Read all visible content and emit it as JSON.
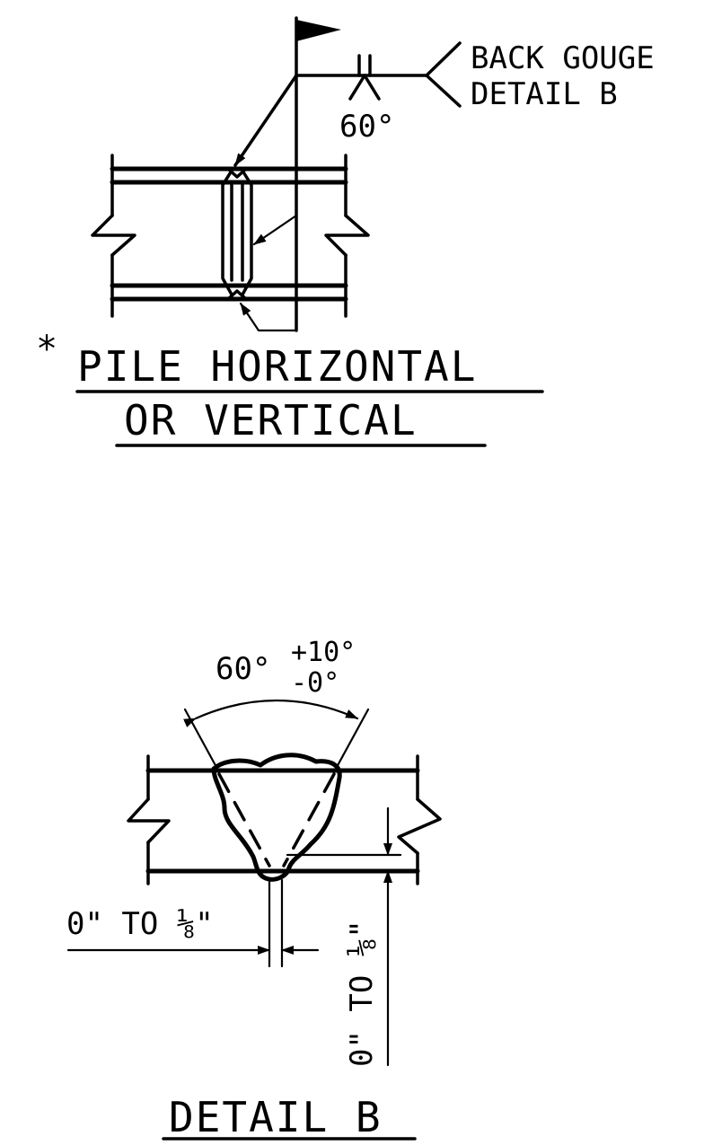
{
  "top_detail": {
    "weld_note_line1": "BACK GOUGE",
    "weld_note_line2": "DETAIL B",
    "groove_angle": "60°",
    "asterisk": "*",
    "title_line1": "PILE HORIZONTAL",
    "title_line2": "OR VERTICAL"
  },
  "detail_b": {
    "angle_main": "60°",
    "angle_plus": "+10°",
    "angle_minus": "-0°",
    "root_gap": "0\" TO ⅛\"",
    "root_face": "0\" TO ⅛\"",
    "title": "DETAIL B"
  },
  "colors": {
    "line": "#000000",
    "background": "#ffffff"
  }
}
